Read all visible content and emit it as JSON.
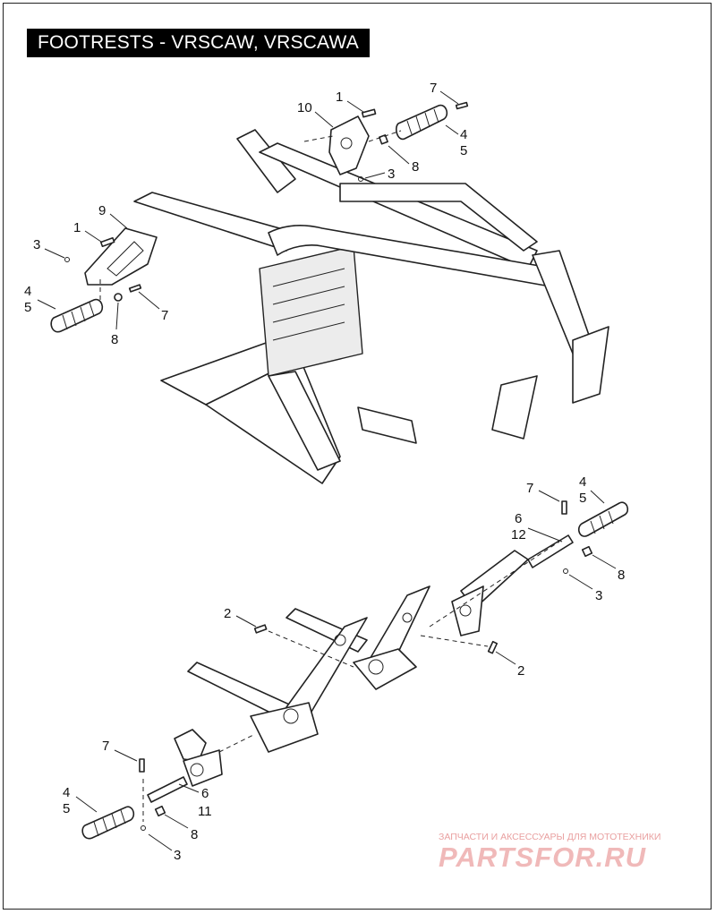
{
  "diagram": {
    "title": "FOOTRESTS - VRSCAW, VRSCAWA",
    "callouts": [
      {
        "id": "c-top-10",
        "label": "10"
      },
      {
        "id": "c-top-1",
        "label": "1"
      },
      {
        "id": "c-top-7",
        "label": "7"
      },
      {
        "id": "c-top-4",
        "label": "4"
      },
      {
        "id": "c-top-5",
        "label": "5"
      },
      {
        "id": "c-top-3",
        "label": "3"
      },
      {
        "id": "c-top-8",
        "label": "8"
      },
      {
        "id": "c-left-9",
        "label": "9"
      },
      {
        "id": "c-left-1",
        "label": "1"
      },
      {
        "id": "c-left-3",
        "label": "3"
      },
      {
        "id": "c-left-4",
        "label": "4"
      },
      {
        "id": "c-left-5",
        "label": "5"
      },
      {
        "id": "c-left-7",
        "label": "7"
      },
      {
        "id": "c-left-8",
        "label": "8"
      },
      {
        "id": "c-r-7",
        "label": "7"
      },
      {
        "id": "c-r-4",
        "label": "4"
      },
      {
        "id": "c-r-5",
        "label": "5"
      },
      {
        "id": "c-r-6",
        "label": "6"
      },
      {
        "id": "c-r-12",
        "label": "12"
      },
      {
        "id": "c-r-8",
        "label": "8"
      },
      {
        "id": "c-r-3",
        "label": "3"
      },
      {
        "id": "c-mid-2a",
        "label": "2"
      },
      {
        "id": "c-mid-2b",
        "label": "2"
      },
      {
        "id": "c-bl-7",
        "label": "7"
      },
      {
        "id": "c-bl-4",
        "label": "4"
      },
      {
        "id": "c-bl-5",
        "label": "5"
      },
      {
        "id": "c-bl-6",
        "label": "6"
      },
      {
        "id": "c-bl-11",
        "label": "11"
      },
      {
        "id": "c-bl-8",
        "label": "8"
      },
      {
        "id": "c-bl-3",
        "label": "3"
      }
    ]
  },
  "watermark": {
    "caption": "ЗАПЧАСТИ И АКСЕССУАРЫ ДЛЯ МОТОТЕХНИКИ",
    "logo": "PARTSFOR.RU"
  }
}
